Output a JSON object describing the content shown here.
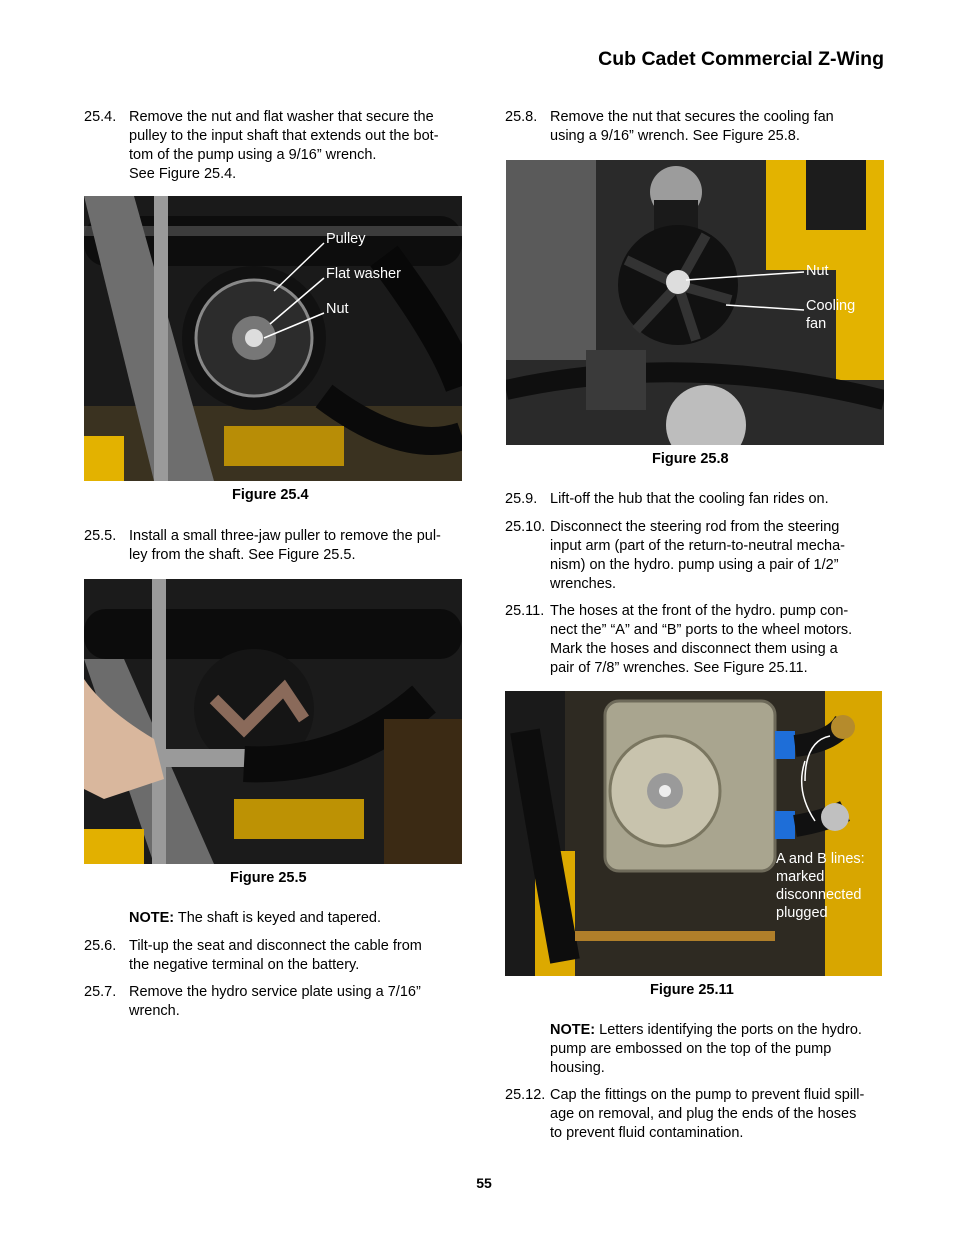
{
  "header": {
    "title": "Cub Cadet Commercial Z-Wing"
  },
  "left_column": {
    "step_25_4": {
      "num": "25.4.",
      "lines": [
        "Remove the nut and flat washer that secure the",
        "pulley to the input shaft that extends out the bot-",
        "tom of the pump using a 9/16” wrench.",
        "See Figure 25.4."
      ]
    },
    "figure_25_4": {
      "caption": "Figure 25.4",
      "callouts": [
        "Pulley",
        "Flat washer",
        "Nut"
      ]
    },
    "step_25_5": {
      "num": "25.5.",
      "lines": [
        "Install a small three-jaw puller to remove the pul-",
        "ley from the shaft. See Figure 25.5."
      ]
    },
    "figure_25_5": {
      "caption": "Figure 25.5"
    },
    "note_1": {
      "label": "NOTE:",
      "text": " The shaft is keyed and tapered."
    },
    "step_25_6": {
      "num": "25.6.",
      "lines": [
        "Tilt-up the seat and disconnect the cable from",
        "the negative terminal on the battery."
      ]
    },
    "step_25_7": {
      "num": "25.7.",
      "lines": [
        "Remove the hydro service plate using a 7/16”",
        "wrench."
      ]
    }
  },
  "right_column": {
    "step_25_8": {
      "num": "25.8.",
      "lines": [
        "Remove the nut that secures the cooling fan",
        "using a 9/16” wrench. See Figure 25.8."
      ]
    },
    "figure_25_8": {
      "caption": "Figure 25.8",
      "callouts": [
        "Nut",
        "Cooling",
        "fan"
      ]
    },
    "step_25_9": {
      "num": "25.9.",
      "lines": [
        "Lift-off the hub that the cooling fan rides on."
      ]
    },
    "step_25_10": {
      "num": "25.10.",
      "lines": [
        "Disconnect the steering rod from the steering",
        "input arm (part of the return-to-neutral mecha-",
        "nism) on the hydro. pump using a pair of 1/2”",
        "wrenches."
      ]
    },
    "step_25_11": {
      "num": "25.11.",
      "lines": [
        "The hoses at the front of the hydro. pump con-",
        "nect the” “A” and “B” ports to the wheel motors.",
        "Mark the hoses and disconnect them using a",
        "pair of 7/8” wrenches. See Figure 25.11."
      ]
    },
    "figure_25_11": {
      "caption": "Figure 25.11",
      "callouts": [
        "A and B lines:",
        "marked",
        "disconnected",
        "plugged"
      ]
    },
    "note_2": {
      "label": "NOTE:",
      "lines": [
        " Letters identifying the ports on the hydro.",
        "pump are embossed on the top of the pump",
        "housing."
      ]
    },
    "step_25_12": {
      "num": "25.12.",
      "lines": [
        "Cap the fittings on the pump to prevent fluid spill-",
        "age on removal, and plug the ends of the hoses",
        "to prevent fluid contamination."
      ]
    }
  },
  "footer": {
    "page_number": "55"
  }
}
